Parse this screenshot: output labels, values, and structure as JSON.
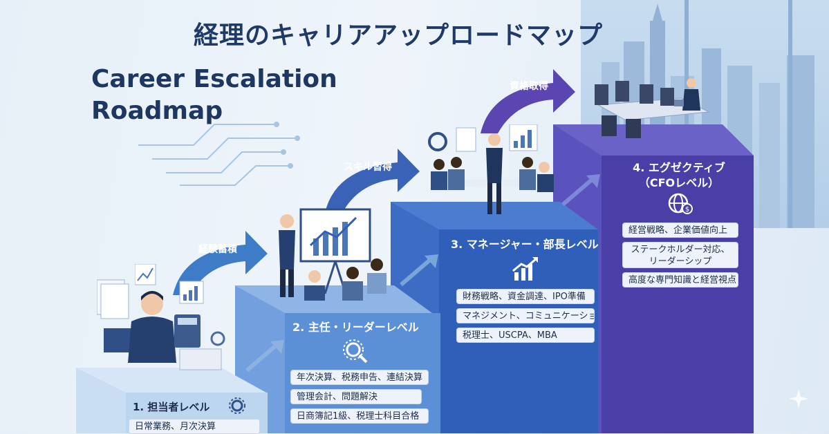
{
  "title_jp": "経理のキャリアアップロードマップ",
  "title_en_line1": "Career Escalation",
  "title_en_line2": "Roadmap",
  "arrows": [
    {
      "label": "経験蓄積"
    },
    {
      "label": "スキル習得"
    },
    {
      "label": "資格取得"
    }
  ],
  "levels": [
    {
      "title": "1. 担当者レベル",
      "items": [
        "日常業務、月次決算"
      ]
    },
    {
      "title": "2. 主任・リーダーレベル",
      "items": [
        "年次決算、税務申告、連結決算",
        "管理会計、問題解決",
        "日商簿記1級、税理士科目合格"
      ]
    },
    {
      "title": "3. マネージャー・部長レベル",
      "items": [
        "財務戦略、資金調達、IPO準備",
        "マネジメント、コミュニケーション",
        "税理士、USCPA、MBA"
      ]
    },
    {
      "title_line1": "4. エグゼクティブ",
      "title_line2": "（CFOレベル）",
      "items": [
        "経営戦略、企業価値向上",
        "ステークホルダー対応、\nリーダーシップ",
        "高度な専門知識と経営視点"
      ]
    }
  ],
  "colors": {
    "step1": "#bcd6f0",
    "step2": "#5b8fd6",
    "step3": "#2f5fb8",
    "step4": "#4a3fa6",
    "title": "#1f3a66"
  }
}
